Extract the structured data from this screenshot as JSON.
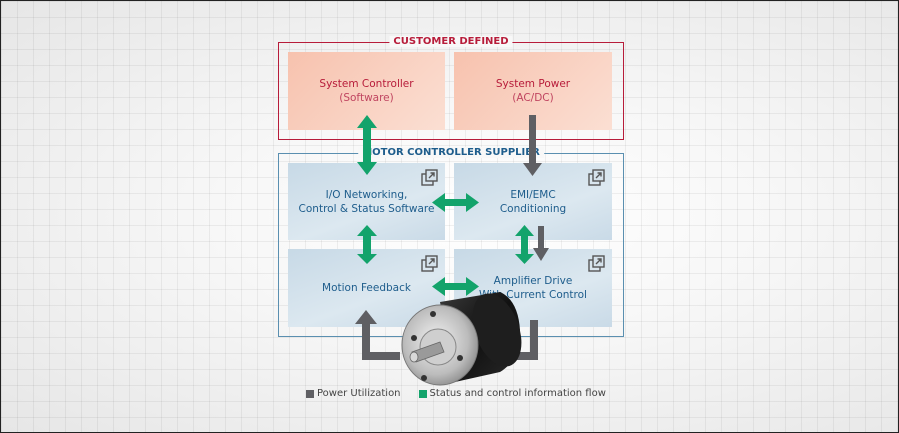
{
  "colors": {
    "customer_accent": "#b71c3a",
    "supplier_accent": "#1e5d8c",
    "power_arrow": "#5f5f63",
    "status_arrow": "#13a36b"
  },
  "groups": {
    "customer": {
      "title": "CUSTOMER DEFINED"
    },
    "supplier": {
      "title": "MOTOR CONTROLLER SUPPLIER"
    }
  },
  "boxes": {
    "system_controller": {
      "title": "System Controller",
      "subtitle": "(Software)"
    },
    "system_power": {
      "title": "System Power",
      "subtitle": "(AC/DC)"
    },
    "io_networking": {
      "line1": "I/O Networking,",
      "line2": "Control & Status Software",
      "icon": "external-link-icon"
    },
    "emi_emc": {
      "line1": "EMI/EMC",
      "line2": "Conditioning",
      "icon": "external-link-icon"
    },
    "motion_feedback": {
      "line1": "Motion Feedback",
      "icon": "external-link-icon"
    },
    "amplifier_drive": {
      "line1": "Amplifier Drive",
      "line2": "With Current Control",
      "icon": "external-link-icon"
    }
  },
  "motor": {
    "icon": "motor-image"
  },
  "legend": [
    {
      "label": "Power Utilization",
      "color": "#5f5f63"
    },
    {
      "label": "Status and control information flow",
      "color": "#13a36b"
    }
  ]
}
